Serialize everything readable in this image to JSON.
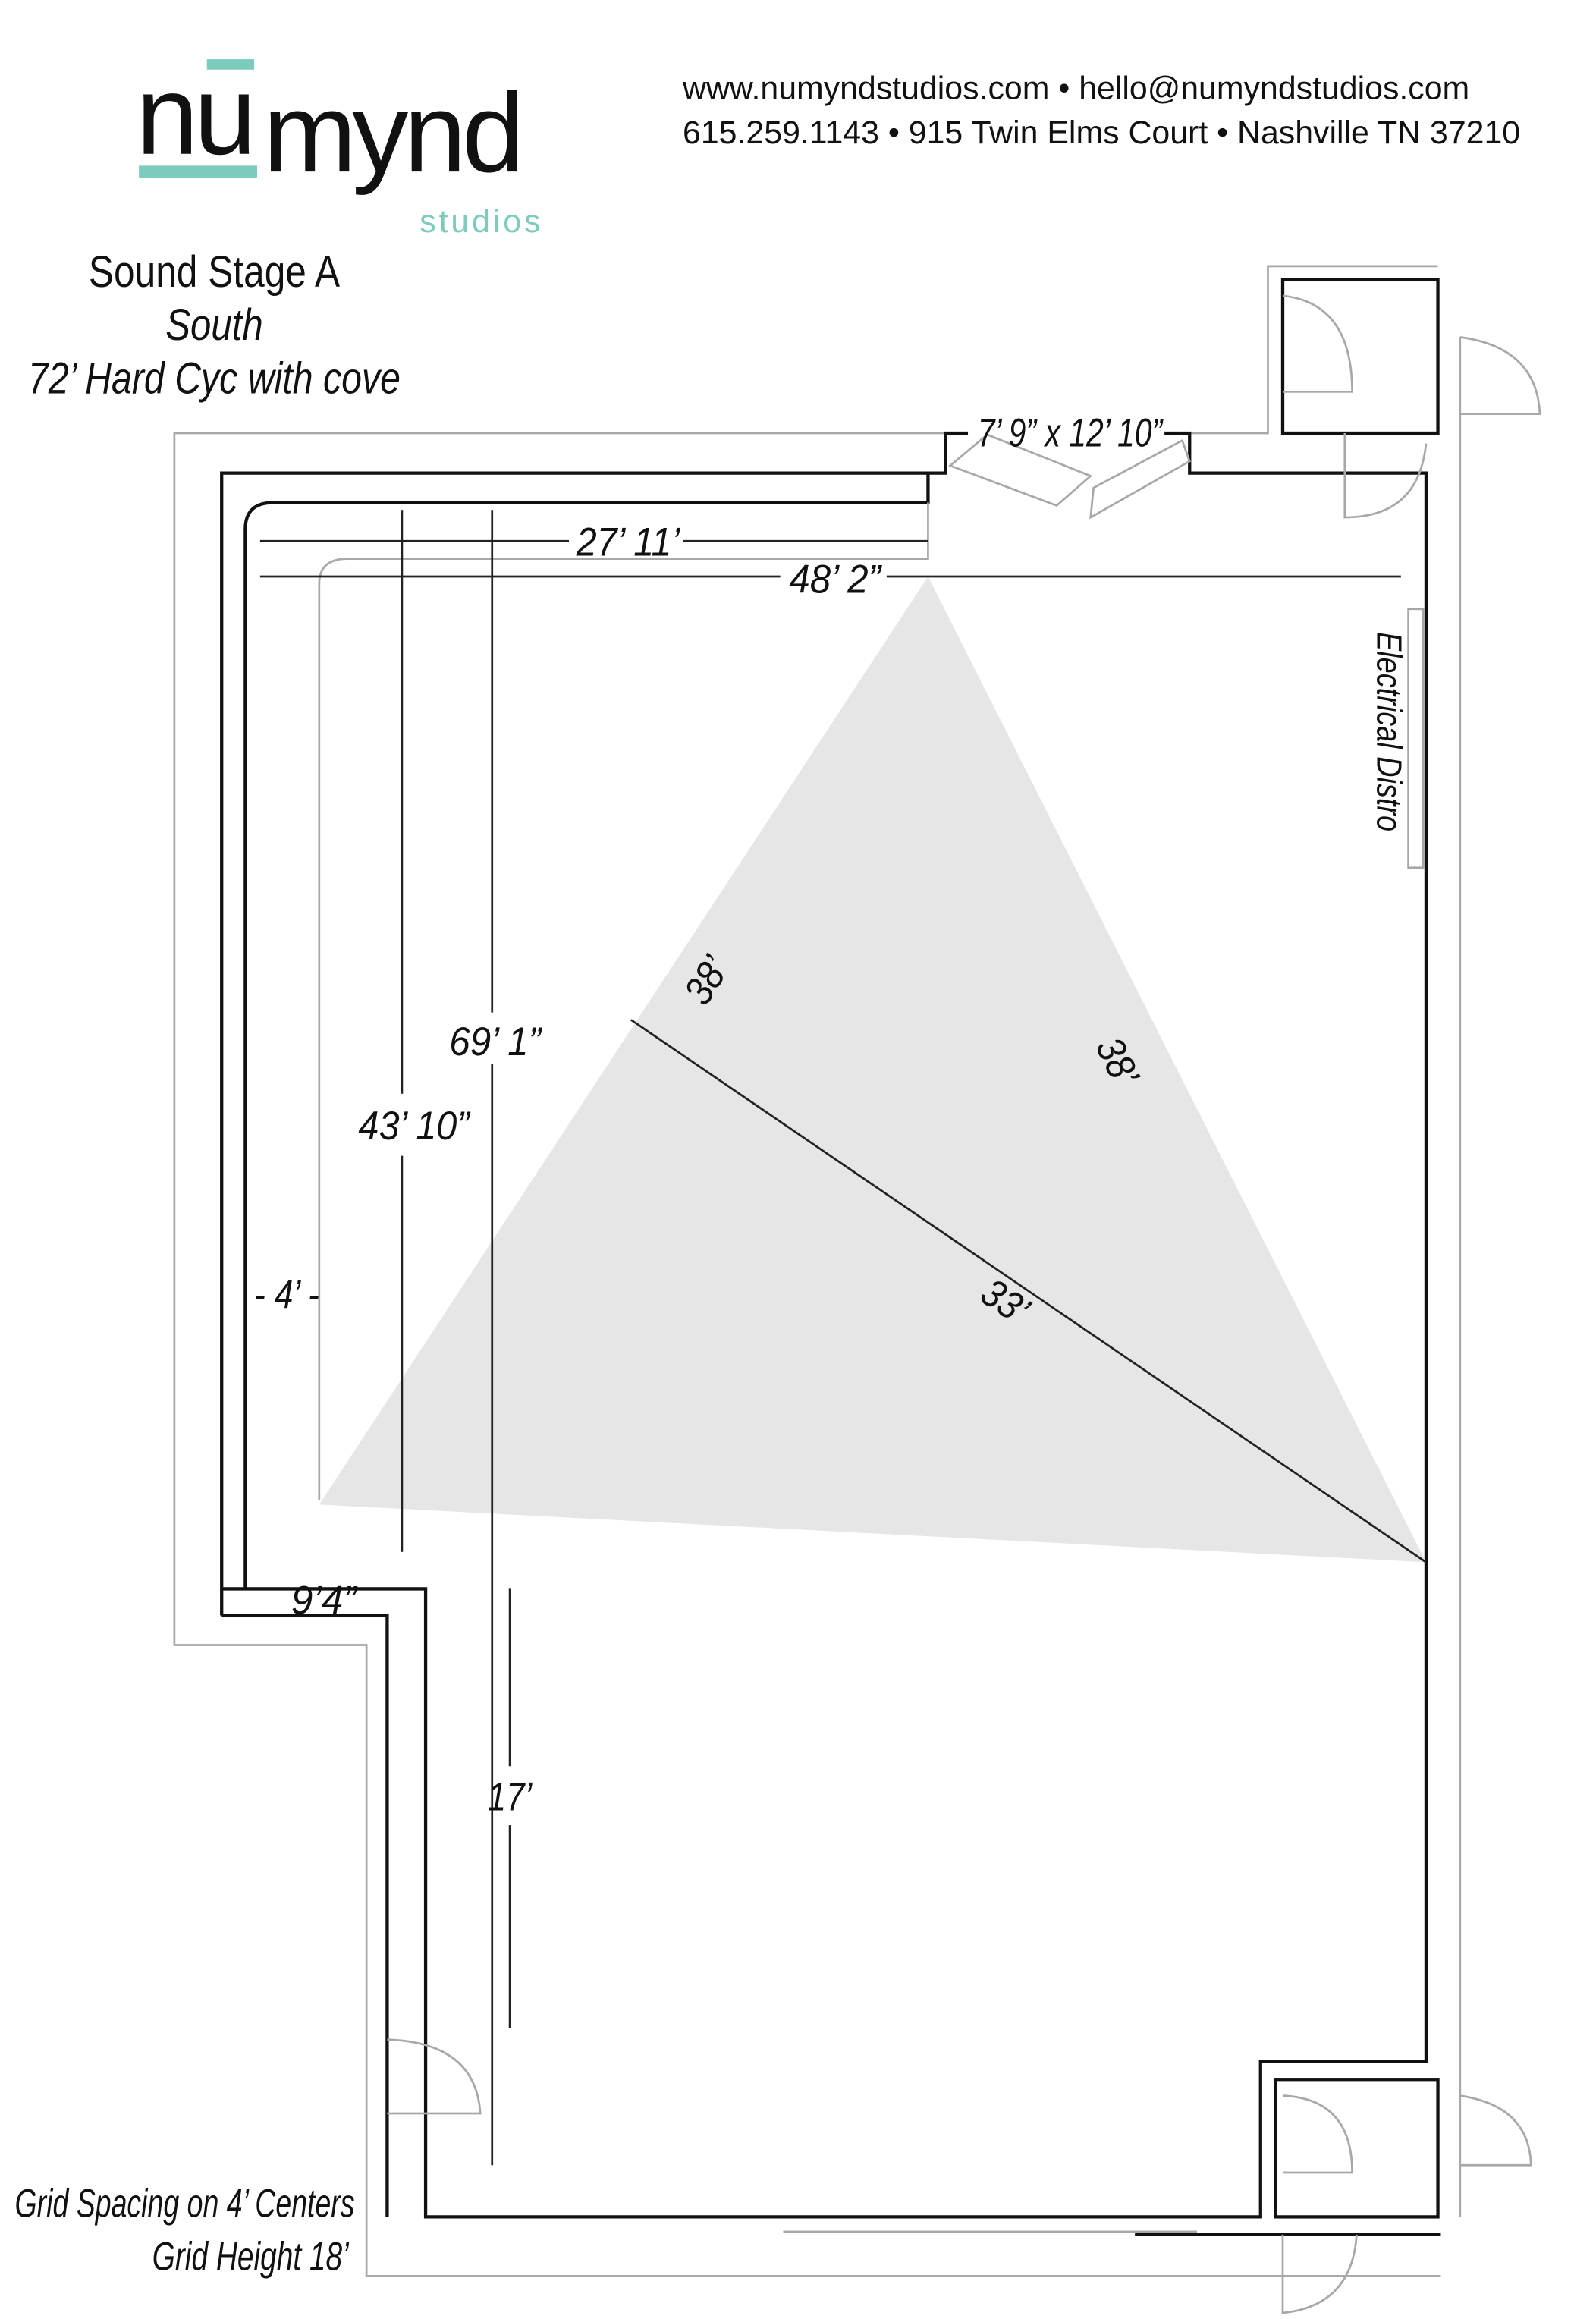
{
  "logo": {
    "nu": "nu",
    "mynd": "mynd",
    "studios": "studios",
    "accent_color": "#7ccbbd"
  },
  "contact": {
    "line1": "www.numyndstudios.com • hello@numyndstudios.com",
    "line2": "615.259.1143 • 915 Twin Elms Court • Nashville TN 37210"
  },
  "title": {
    "line1": "Sound Stage A",
    "line2": "South",
    "line3": "72’ Hard Cyc with cove"
  },
  "dimensions": {
    "room_top": "7’ 9” x 12’ 10”",
    "cyc_top": "27’ 11’",
    "width": "48’ 2”",
    "length": "69’ 1”",
    "cyc_side": "43’ 10”",
    "cove": "- 4’ -",
    "step": "9’4”",
    "lower": "17’",
    "tri_left": "38’",
    "tri_right": "38’",
    "tri_base": "33’"
  },
  "labels": {
    "electrical": "Electrical Distro"
  },
  "footer": {
    "grid_spacing": "Grid Spacing on 4’ Centers",
    "grid_height": "Grid Height 18’"
  }
}
